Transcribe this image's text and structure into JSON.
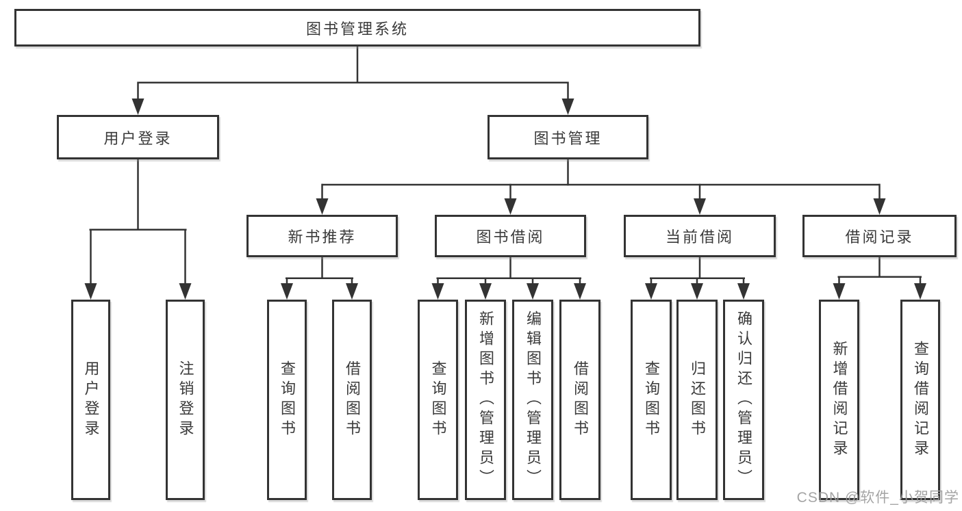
{
  "diagram": {
    "type": "hierarchy-tree",
    "colors": {
      "line": "#333333",
      "box_border": "#333333",
      "text": "#3a3a3a",
      "watermark": "#9d9d9d",
      "background": "#ffffff"
    },
    "watermark": {
      "text": "CSDN @软件_小贺同学"
    },
    "tree": {
      "root": {
        "label": "图书管理系统",
        "children": [
          {
            "label": "用户登录",
            "children": [
              {
                "label": "用户登录"
              },
              {
                "label": "注销登录"
              }
            ]
          },
          {
            "label": "图书管理",
            "children": [
              {
                "label": "新书推荐",
                "children": [
                  {
                    "label": "查询图书"
                  },
                  {
                    "label": "借阅图书"
                  }
                ]
              },
              {
                "label": "图书借阅",
                "children": [
                  {
                    "label": "查询图书"
                  },
                  {
                    "label": "新增图书（管理员）"
                  },
                  {
                    "label": "编辑图书（管理员）"
                  },
                  {
                    "label": "借阅图书"
                  }
                ]
              },
              {
                "label": "当前借阅",
                "children": [
                  {
                    "label": "查询图书"
                  },
                  {
                    "label": "归还图书"
                  },
                  {
                    "label": "确认归还（管理员）"
                  }
                ]
              },
              {
                "label": "借阅记录",
                "children": [
                  {
                    "label": "新增借阅记录"
                  },
                  {
                    "label": "查询借阅记录"
                  }
                ]
              }
            ]
          }
        ]
      }
    }
  }
}
